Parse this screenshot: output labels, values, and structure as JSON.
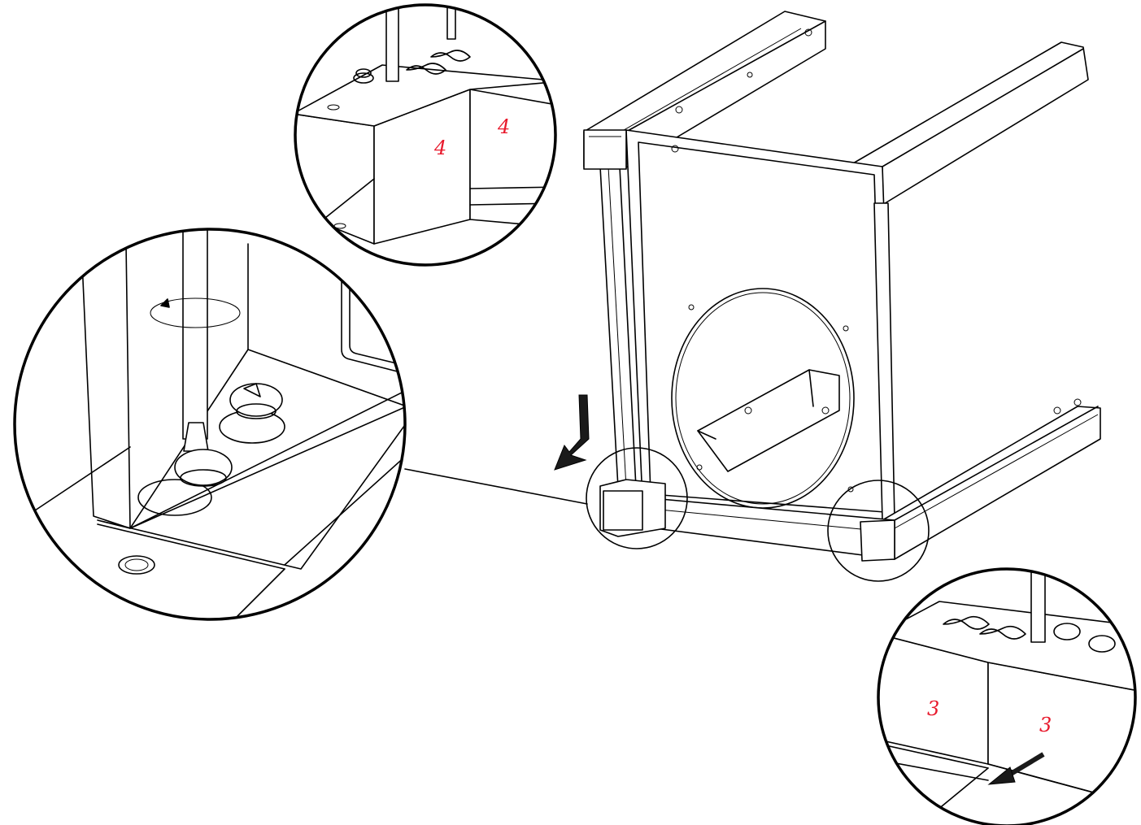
{
  "colors": {
    "line": "#000000",
    "background": "#ffffff",
    "alignment_mark": "#e8192c",
    "arrow_fill": "#1a1a1a"
  },
  "marks": {
    "top_detail_left": "4",
    "top_detail_right": "4",
    "bottom_detail_left": "3",
    "bottom_detail_right": "3"
  },
  "icons": {
    "rotate": "rotate-arrow-icon",
    "move": "movement-arrow-icon"
  }
}
